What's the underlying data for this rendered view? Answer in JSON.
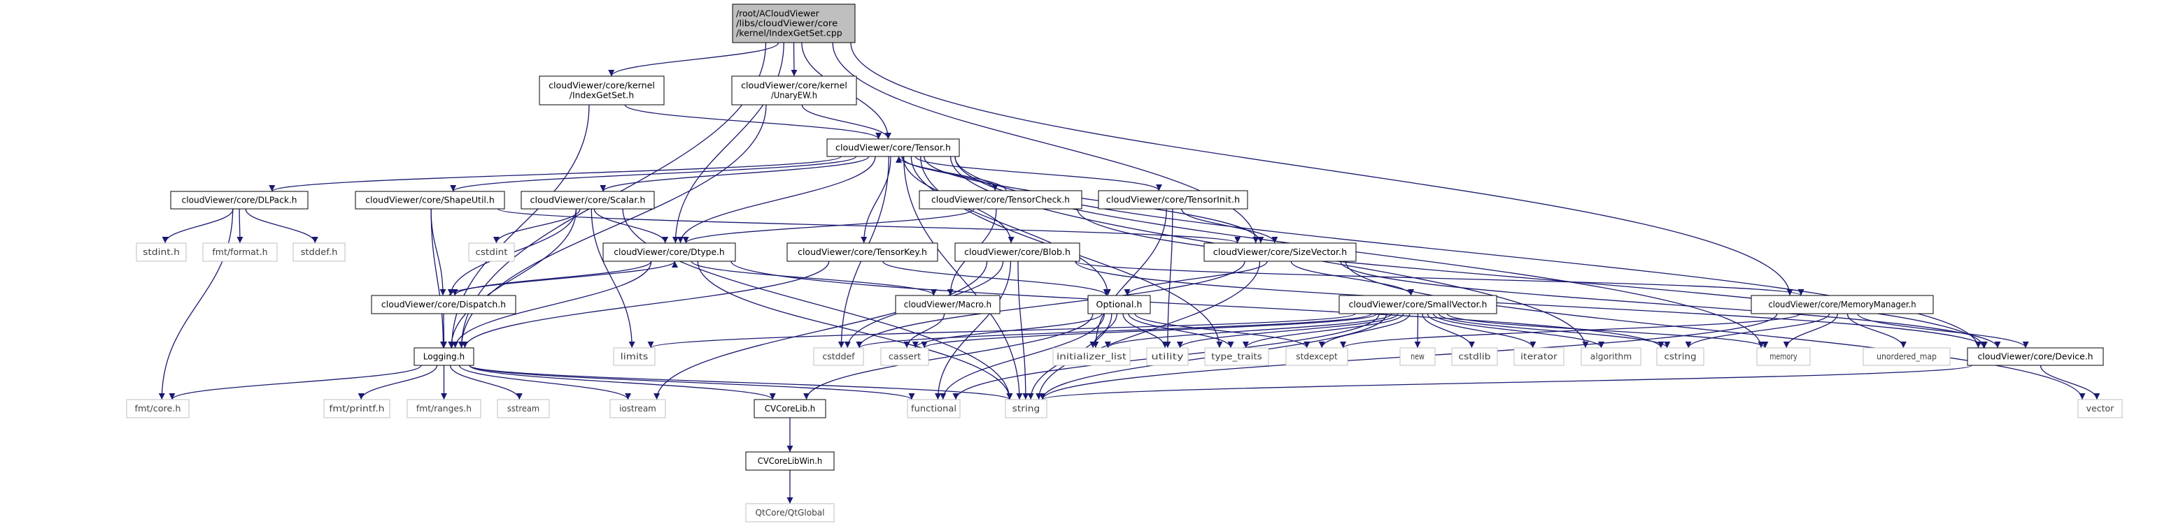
{
  "colors": {
    "edge": "#191970",
    "root_fill": "#bfbfbf",
    "file_border": "#000000",
    "system_border": "#bfbfbf"
  },
  "nodes": [
    {
      "id": "root",
      "label": [
        "/root/ACloudViewer",
        "/libs/cloudViewer/core",
        "/kernel/IndexGetSet.cpp"
      ],
      "kind": "root"
    },
    {
      "id": "igs",
      "label": [
        "cloudViewer/core/kernel",
        "/IndexGetSet.h"
      ],
      "kind": "file"
    },
    {
      "id": "uew",
      "label": [
        "cloudViewer/core/kernel",
        "/UnaryEW.h"
      ],
      "kind": "file"
    },
    {
      "id": "tensor",
      "label": [
        "cloudViewer/core/Tensor.h"
      ],
      "kind": "file"
    },
    {
      "id": "dlpack",
      "label": [
        "cloudViewer/core/DLPack.h"
      ],
      "kind": "file"
    },
    {
      "id": "shapeutil",
      "label": [
        "cloudViewer/core/ShapeUtil.h"
      ],
      "kind": "file"
    },
    {
      "id": "scalar",
      "label": [
        "cloudViewer/core/Scalar.h"
      ],
      "kind": "file"
    },
    {
      "id": "tcheck",
      "label": [
        "cloudViewer/core/TensorCheck.h"
      ],
      "kind": "file"
    },
    {
      "id": "tinit",
      "label": [
        "cloudViewer/core/TensorInit.h"
      ],
      "kind": "file"
    },
    {
      "id": "stdint",
      "label": [
        "stdint.h"
      ],
      "kind": "system"
    },
    {
      "id": "fmtformat",
      "label": [
        "fmt/format.h"
      ],
      "kind": "system"
    },
    {
      "id": "stddef",
      "label": [
        "stddef.h"
      ],
      "kind": "system"
    },
    {
      "id": "cstdint",
      "label": [
        "cstdint"
      ],
      "kind": "system"
    },
    {
      "id": "dtype",
      "label": [
        "cloudViewer/core/Dtype.h"
      ],
      "kind": "file"
    },
    {
      "id": "tkey",
      "label": [
        "cloudViewer/core/TensorKey.h"
      ],
      "kind": "file"
    },
    {
      "id": "blob",
      "label": [
        "cloudViewer/core/Blob.h"
      ],
      "kind": "file"
    },
    {
      "id": "sizevec",
      "label": [
        "cloudViewer/core/SizeVector.h"
      ],
      "kind": "file"
    },
    {
      "id": "dispatch",
      "label": [
        "cloudViewer/core/Dispatch.h"
      ],
      "kind": "file"
    },
    {
      "id": "macro",
      "label": [
        "cloudViewer/Macro.h"
      ],
      "kind": "file"
    },
    {
      "id": "optional",
      "label": [
        "Optional.h"
      ],
      "kind": "file"
    },
    {
      "id": "smallvec",
      "label": [
        "cloudViewer/core/SmallVector.h"
      ],
      "kind": "file"
    },
    {
      "id": "memmgr",
      "label": [
        "cloudViewer/core/MemoryManager.h"
      ],
      "kind": "file"
    },
    {
      "id": "logging",
      "label": [
        "Logging.h"
      ],
      "kind": "file"
    },
    {
      "id": "limits",
      "label": [
        "limits"
      ],
      "kind": "system"
    },
    {
      "id": "cstddef",
      "label": [
        "cstddef"
      ],
      "kind": "system"
    },
    {
      "id": "cassert",
      "label": [
        "cassert"
      ],
      "kind": "system"
    },
    {
      "id": "initlist",
      "label": [
        "initializer_list"
      ],
      "kind": "system"
    },
    {
      "id": "utility",
      "label": [
        "utility"
      ],
      "kind": "system"
    },
    {
      "id": "typetraits",
      "label": [
        "type_traits"
      ],
      "kind": "system"
    },
    {
      "id": "stdexcept",
      "label": [
        "stdexcept"
      ],
      "kind": "system"
    },
    {
      "id": "new",
      "label": [
        "new"
      ],
      "kind": "system"
    },
    {
      "id": "cstdlib",
      "label": [
        "cstdlib"
      ],
      "kind": "system"
    },
    {
      "id": "iterator",
      "label": [
        "iterator"
      ],
      "kind": "system"
    },
    {
      "id": "algorithm",
      "label": [
        "algorithm"
      ],
      "kind": "system"
    },
    {
      "id": "cstring",
      "label": [
        "cstring"
      ],
      "kind": "system"
    },
    {
      "id": "memory",
      "label": [
        "memory"
      ],
      "kind": "system"
    },
    {
      "id": "umap",
      "label": [
        "unordered_map"
      ],
      "kind": "system"
    },
    {
      "id": "device",
      "label": [
        "cloudViewer/core/Device.h"
      ],
      "kind": "file"
    },
    {
      "id": "fmtcore",
      "label": [
        "fmt/core.h"
      ],
      "kind": "system"
    },
    {
      "id": "fmtprintf",
      "label": [
        "fmt/printf.h"
      ],
      "kind": "system"
    },
    {
      "id": "fmtranges",
      "label": [
        "fmt/ranges.h"
      ],
      "kind": "system"
    },
    {
      "id": "sstream",
      "label": [
        "sstream"
      ],
      "kind": "system"
    },
    {
      "id": "iostream",
      "label": [
        "iostream"
      ],
      "kind": "system"
    },
    {
      "id": "cvcorelib",
      "label": [
        "CVCoreLib.h"
      ],
      "kind": "file"
    },
    {
      "id": "functional",
      "label": [
        "functional"
      ],
      "kind": "system"
    },
    {
      "id": "string",
      "label": [
        "string"
      ],
      "kind": "system"
    },
    {
      "id": "vector",
      "label": [
        "vector"
      ],
      "kind": "system"
    },
    {
      "id": "cvcorelibwin",
      "label": [
        "CVCoreLibWin.h"
      ],
      "kind": "file"
    },
    {
      "id": "qtglobal",
      "label": [
        "QtCore/QtGlobal"
      ],
      "kind": "system"
    }
  ],
  "edges": [
    [
      "root",
      "igs"
    ],
    [
      "root",
      "uew"
    ],
    [
      "root",
      "tensor"
    ],
    [
      "root",
      "dtype"
    ],
    [
      "root",
      "sizevec"
    ],
    [
      "root",
      "memmgr"
    ],
    [
      "root",
      "logging"
    ],
    [
      "igs",
      "tensor"
    ],
    [
      "igs",
      "logging"
    ],
    [
      "uew",
      "tensor"
    ],
    [
      "uew",
      "logging"
    ],
    [
      "tensor",
      "dlpack"
    ],
    [
      "tensor",
      "shapeutil"
    ],
    [
      "tensor",
      "scalar"
    ],
    [
      "tensor",
      "dtype"
    ],
    [
      "tensor",
      "tcheck"
    ],
    [
      "tensor",
      "tinit"
    ],
    [
      "tensor",
      "tkey"
    ],
    [
      "tensor",
      "blob"
    ],
    [
      "tensor",
      "sizevec"
    ],
    [
      "tensor",
      "device"
    ],
    [
      "tensor",
      "cstddef"
    ],
    [
      "tensor",
      "typetraits"
    ],
    [
      "tensor",
      "algorithm"
    ],
    [
      "tensor",
      "memory"
    ],
    [
      "tensor",
      "string"
    ],
    [
      "tensor",
      "optional"
    ],
    [
      "tcheck",
      "tensor"
    ],
    [
      "tcheck",
      "dtype"
    ],
    [
      "tcheck",
      "macro"
    ],
    [
      "tcheck",
      "device"
    ],
    [
      "tinit",
      "sizevec"
    ],
    [
      "tinit",
      "utility"
    ],
    [
      "tinit",
      "initlist"
    ],
    [
      "dlpack",
      "stdint"
    ],
    [
      "dlpack",
      "fmtformat"
    ],
    [
      "dlpack",
      "stddef"
    ],
    [
      "dlpack",
      "fmtcore"
    ],
    [
      "shapeutil",
      "sizevec"
    ],
    [
      "shapeutil",
      "dispatch"
    ],
    [
      "shapeutil",
      "logging"
    ],
    [
      "scalar",
      "cstdint"
    ],
    [
      "scalar",
      "dtype"
    ],
    [
      "scalar",
      "dispatch"
    ],
    [
      "scalar",
      "logging"
    ],
    [
      "scalar",
      "limits"
    ],
    [
      "scalar",
      "string"
    ],
    [
      "dtype",
      "dispatch"
    ],
    [
      "dtype",
      "logging"
    ],
    [
      "dtype",
      "macro"
    ],
    [
      "dtype",
      "string"
    ],
    [
      "dtype",
      "cstring"
    ],
    [
      "dispatch",
      "dtype"
    ],
    [
      "dispatch",
      "logging"
    ],
    [
      "tkey",
      "logging"
    ],
    [
      "tkey",
      "optional"
    ],
    [
      "blob",
      "device"
    ],
    [
      "blob",
      "memmgr"
    ],
    [
      "blob",
      "cstddef"
    ],
    [
      "blob",
      "functional"
    ],
    [
      "blob",
      "string"
    ],
    [
      "blob",
      "iostream"
    ],
    [
      "sizevec",
      "optional"
    ],
    [
      "sizevec",
      "smallvec"
    ],
    [
      "sizevec",
      "cstddef"
    ],
    [
      "sizevec",
      "string"
    ],
    [
      "sizevec",
      "vector"
    ],
    [
      "sizevec",
      "device"
    ],
    [
      "macro",
      "cassert"
    ],
    [
      "optional",
      "cassert"
    ],
    [
      "optional",
      "functional"
    ],
    [
      "optional",
      "initlist"
    ],
    [
      "optional",
      "utility"
    ],
    [
      "optional",
      "typetraits"
    ],
    [
      "optional",
      "stdexcept"
    ],
    [
      "optional",
      "string"
    ],
    [
      "optional",
      "cvcorelib"
    ],
    [
      "smallvec",
      "cassert"
    ],
    [
      "smallvec",
      "cstddef"
    ],
    [
      "smallvec",
      "initlist"
    ],
    [
      "smallvec",
      "utility"
    ],
    [
      "smallvec",
      "typetraits"
    ],
    [
      "smallvec",
      "stdexcept"
    ],
    [
      "smallvec",
      "new"
    ],
    [
      "smallvec",
      "cstdlib"
    ],
    [
      "smallvec",
      "iterator"
    ],
    [
      "smallvec",
      "algorithm"
    ],
    [
      "smallvec",
      "cstring"
    ],
    [
      "smallvec",
      "memory"
    ],
    [
      "smallvec",
      "functional"
    ],
    [
      "smallvec",
      "string"
    ],
    [
      "smallvec",
      "limits"
    ],
    [
      "memmgr",
      "device"
    ],
    [
      "memmgr",
      "memory"
    ],
    [
      "memmgr",
      "umap"
    ],
    [
      "memmgr",
      "string"
    ],
    [
      "memmgr",
      "cstring"
    ],
    [
      "memmgr",
      "stdexcept"
    ],
    [
      "device",
      "string"
    ],
    [
      "device",
      "vector"
    ],
    [
      "logging",
      "fmtcore"
    ],
    [
      "logging",
      "fmtprintf"
    ],
    [
      "logging",
      "fmtranges"
    ],
    [
      "logging",
      "sstream"
    ],
    [
      "logging",
      "iostream"
    ],
    [
      "logging",
      "cvcorelib"
    ],
    [
      "logging",
      "functional"
    ],
    [
      "logging",
      "string"
    ],
    [
      "cvcorelib",
      "cvcorelibwin"
    ],
    [
      "cvcorelibwin",
      "qtglobal"
    ]
  ]
}
